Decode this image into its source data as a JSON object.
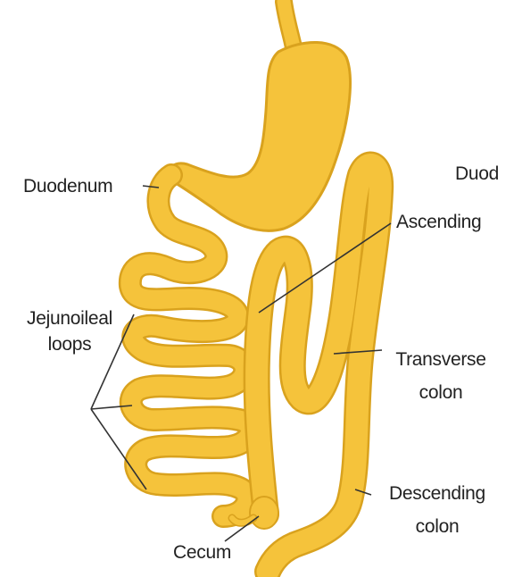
{
  "colors": {
    "organ_fill": "#F5C33B",
    "organ_outline": "#D9A21E",
    "leader_line": "#333333",
    "label_text": "#222222",
    "background": "#FFFFFF"
  },
  "labels": {
    "duodenum": "Duodenum",
    "duodenum_cut": "Duod",
    "ascending_cut": "Ascending",
    "jejunoileal_line1": "Jejunoileal",
    "jejunoileal_line2": "loops",
    "transverse_line1": "Transverse",
    "transverse_line2": "colon",
    "descending_line1": "Descending",
    "descending_line2": "colon",
    "cecum": "Cecum"
  }
}
